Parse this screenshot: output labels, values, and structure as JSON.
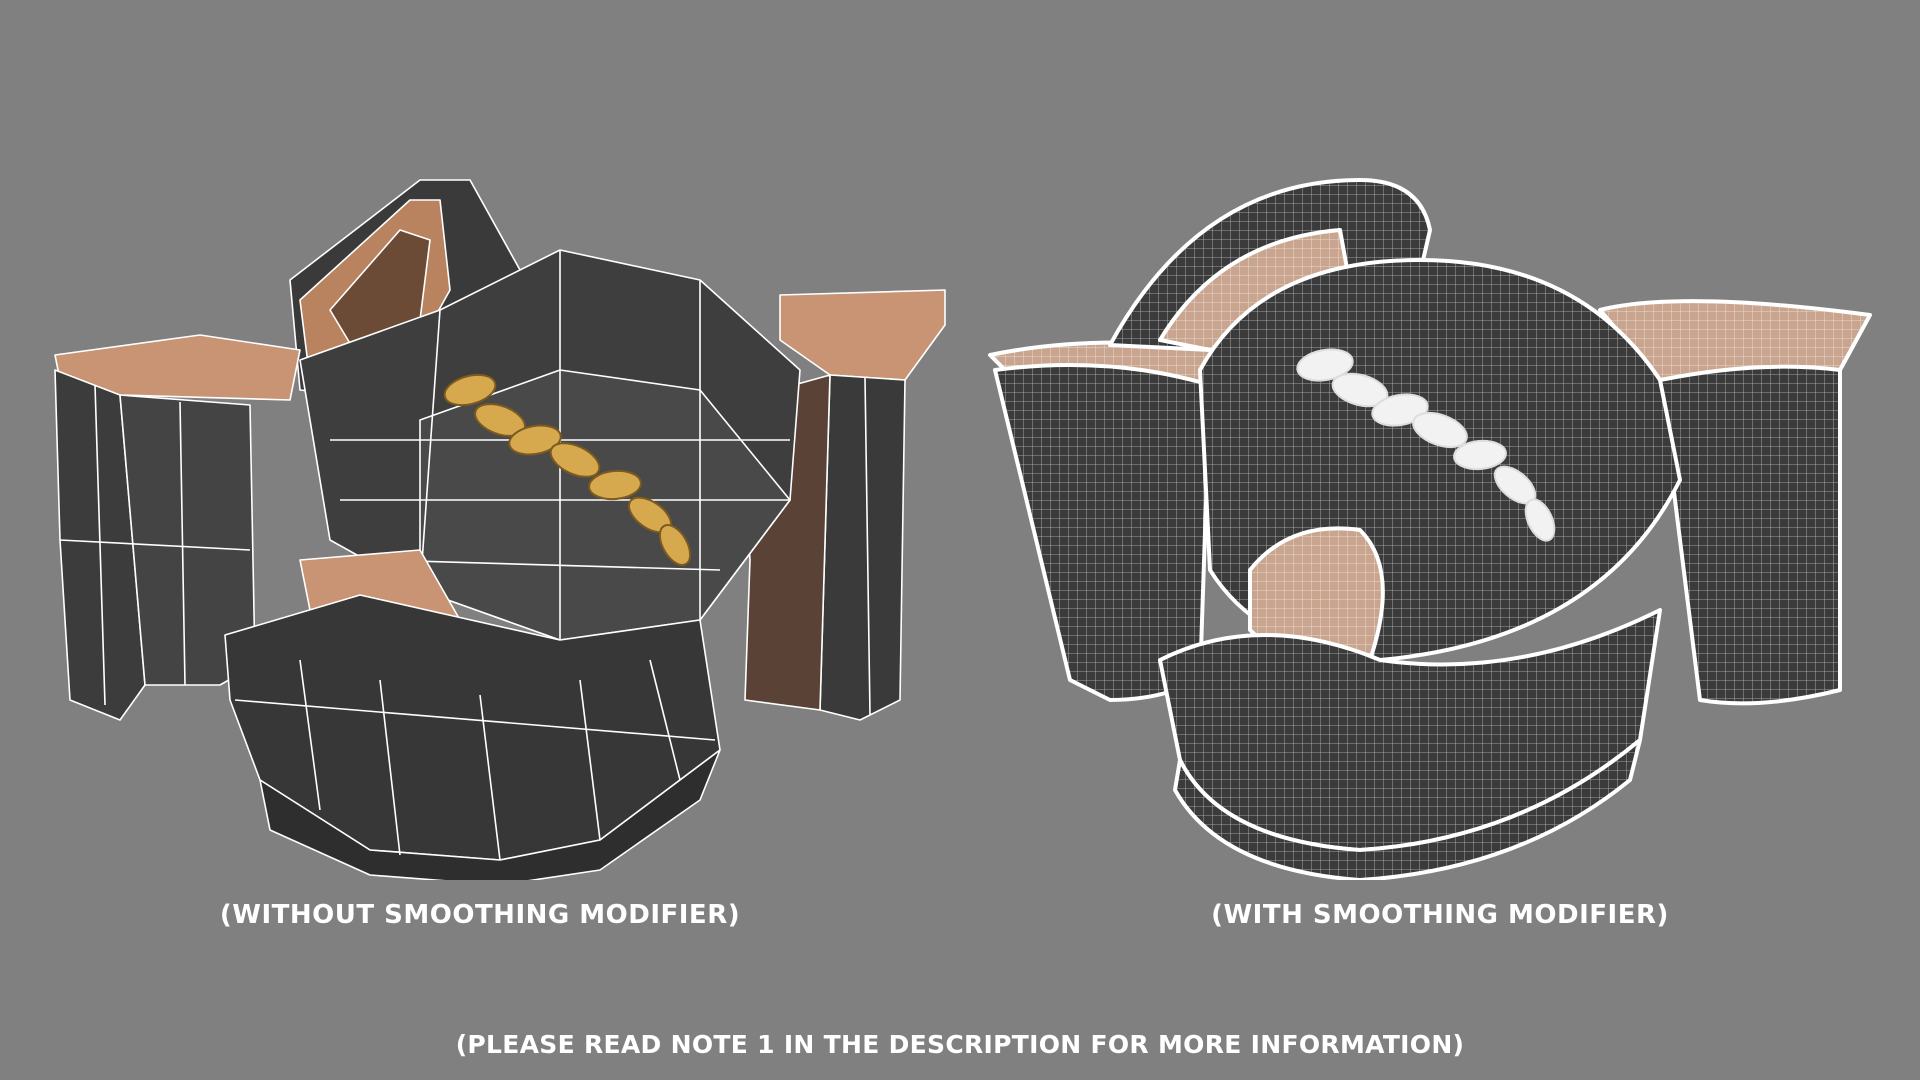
{
  "captions": {
    "left": "(WITHOUT SMOOTHING MODIFIER)",
    "right": "(WITH SMOOTHING MODIFIER)"
  },
  "note": "(PLEASE READ NOTE 1 IN THE DESCRIPTION FOR MORE INFORMATION)",
  "colors": {
    "background": "#808080",
    "shoe_body": "#3b3b3b",
    "shoe_body_light": "#4a4a4a",
    "insole": "#c89474",
    "wire": "#ffffff",
    "chain_gold": "#d7a94e",
    "chain_white": "#f2f2f2"
  },
  "icons": {
    "left_model": "low-poly-sandal-icon",
    "right_model": "smoothed-sandal-icon"
  }
}
